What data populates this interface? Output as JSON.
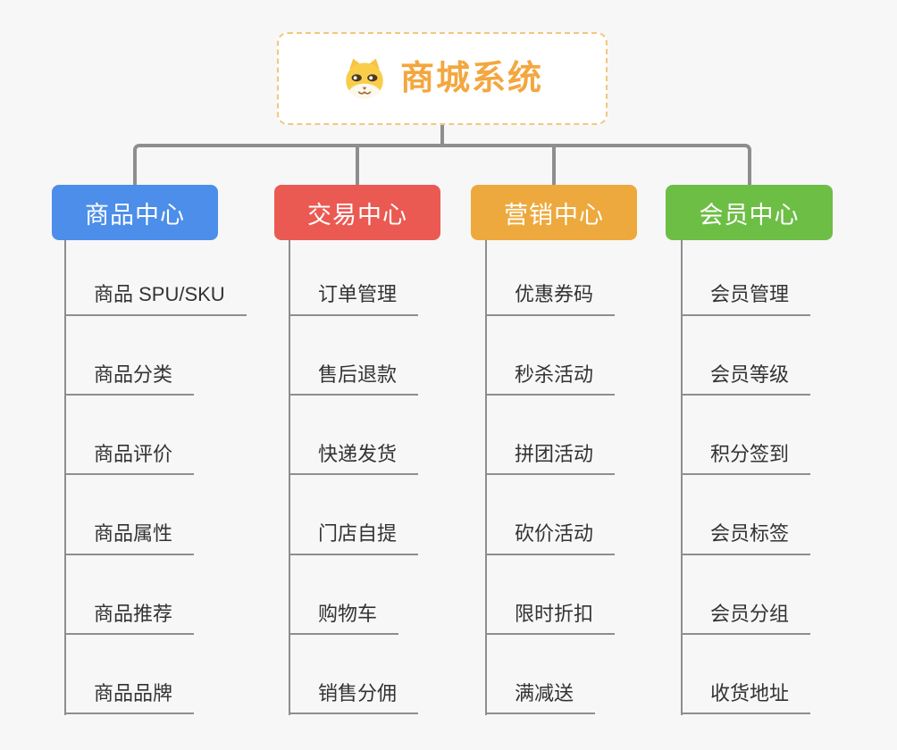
{
  "root": {
    "title": "商城系统",
    "icon": "dog-face-icon"
  },
  "colors": {
    "background": "#f7f7f7",
    "connector": "#8e8e8e",
    "root_title": "#f3a73f",
    "root_border": "#f2c77f",
    "leaf_text": "#333333",
    "branch_blue": "#4c8ee9",
    "branch_red": "#ea5a52",
    "branch_orange": "#eda93d",
    "branch_green": "#6dbe45"
  },
  "branches": [
    {
      "label": "商品中心",
      "color": "#4c8ee9",
      "items": [
        "商品 SPU/SKU",
        "商品分类",
        "商品评价",
        "商品属性",
        "商品推荐",
        "商品品牌"
      ]
    },
    {
      "label": "交易中心",
      "color": "#ea5a52",
      "items": [
        "订单管理",
        "售后退款",
        "快递发货",
        "门店自提",
        "购物车",
        "销售分佣"
      ]
    },
    {
      "label": "营销中心",
      "color": "#eda93d",
      "items": [
        "优惠券码",
        "秒杀活动",
        "拼团活动",
        "砍价活动",
        "限时折扣",
        "满减送"
      ]
    },
    {
      "label": "会员中心",
      "color": "#6dbe45",
      "items": [
        "会员管理",
        "会员等级",
        "积分签到",
        "会员标签",
        "会员分组",
        "收货地址"
      ]
    }
  ]
}
